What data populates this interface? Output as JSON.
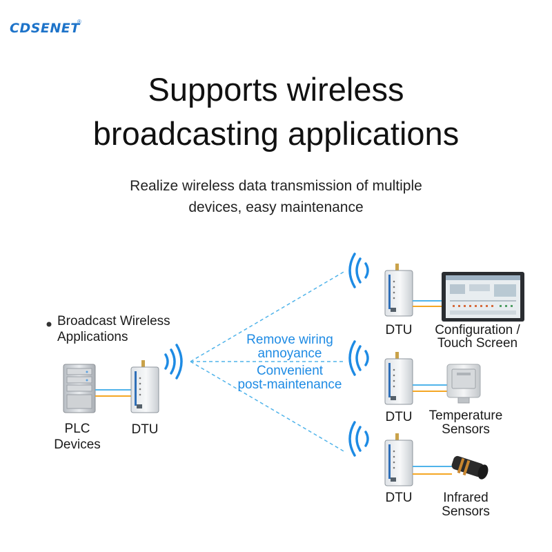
{
  "brand": {
    "logo_text": "CDSENET",
    "registered": "®"
  },
  "heading": {
    "title_line1": "Supports wireless",
    "title_line2": "broadcasting applications",
    "subtitle_line1": "Realize wireless data transmission of multiple",
    "subtitle_line2": "devices, easy maintenance"
  },
  "diagram": {
    "legend_line1": "Broadcast Wireless",
    "legend_line2": "Applications",
    "source_device_line1": "PLC",
    "source_device_line2": "Devices",
    "source_dtu": "DTU",
    "benefit1_line1": "Remove wiring",
    "benefit1_line2": "annoyance",
    "benefit2_line1": "Convenient",
    "benefit2_line2": "post-maintenance",
    "targets": [
      {
        "dtu": "DTU",
        "device_line1": "Configuration /",
        "device_line2": "Touch Screen"
      },
      {
        "dtu": "DTU",
        "device_line1": "Temperature",
        "device_line2": "Sensors"
      },
      {
        "dtu": "DTU",
        "device_line1": "Infrared",
        "device_line2": "Sensors"
      }
    ],
    "colors": {
      "accent": "#1e8be4",
      "wire_blue": "#4fb3ea",
      "wire_orange": "#f5a623"
    }
  }
}
